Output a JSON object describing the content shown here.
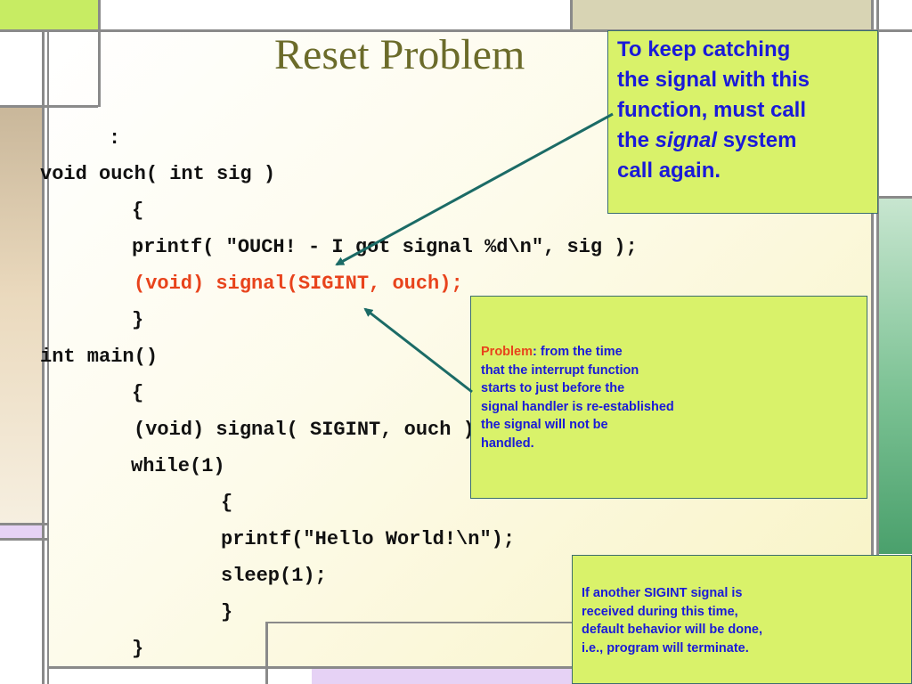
{
  "slide": {
    "title": "Reset Problem",
    "code_lines": [
      ":",
      "void ouch( int sig )",
      "{",
      "printf( \"OUCH! - I got signal %d\\n\", sig );",
      "(void) signal(SIGINT, ouch);",
      "}",
      "int main()",
      "{",
      "(void) signal( SIGINT, ouch );",
      "while(1)",
      "{",
      "printf(\"Hello World!\\n\");",
      "sleep(1);",
      "}",
      "}"
    ],
    "callout_top": {
      "line1": "To keep catching",
      "line2": "the signal with this",
      "line3": "function, must call",
      "line4_pre": "the ",
      "line4_em": "signal",
      "line4_post": " system",
      "line5": "call again."
    },
    "callout_problem": {
      "label": "Problem",
      "line1": ":  from the time",
      "line2": "that the interrupt function",
      "line3": "starts to just before the",
      "line4": "signal handler is re-established",
      "line5": "the signal will not be",
      "line6": "handled."
    },
    "callout_bottom": {
      "line1": "If another SIGINT signal is",
      "line2": "received during this time,",
      "line3": "default behavior will be done,",
      "line4": "i.e., program will terminate."
    }
  },
  "colors": {
    "title": "#6b6b2a",
    "code": "#111111",
    "code_highlight": "#e8431c",
    "callout_fill": "#d9f26a",
    "callout_text": "#1a1ad8",
    "arrow": "#1b6b66"
  }
}
